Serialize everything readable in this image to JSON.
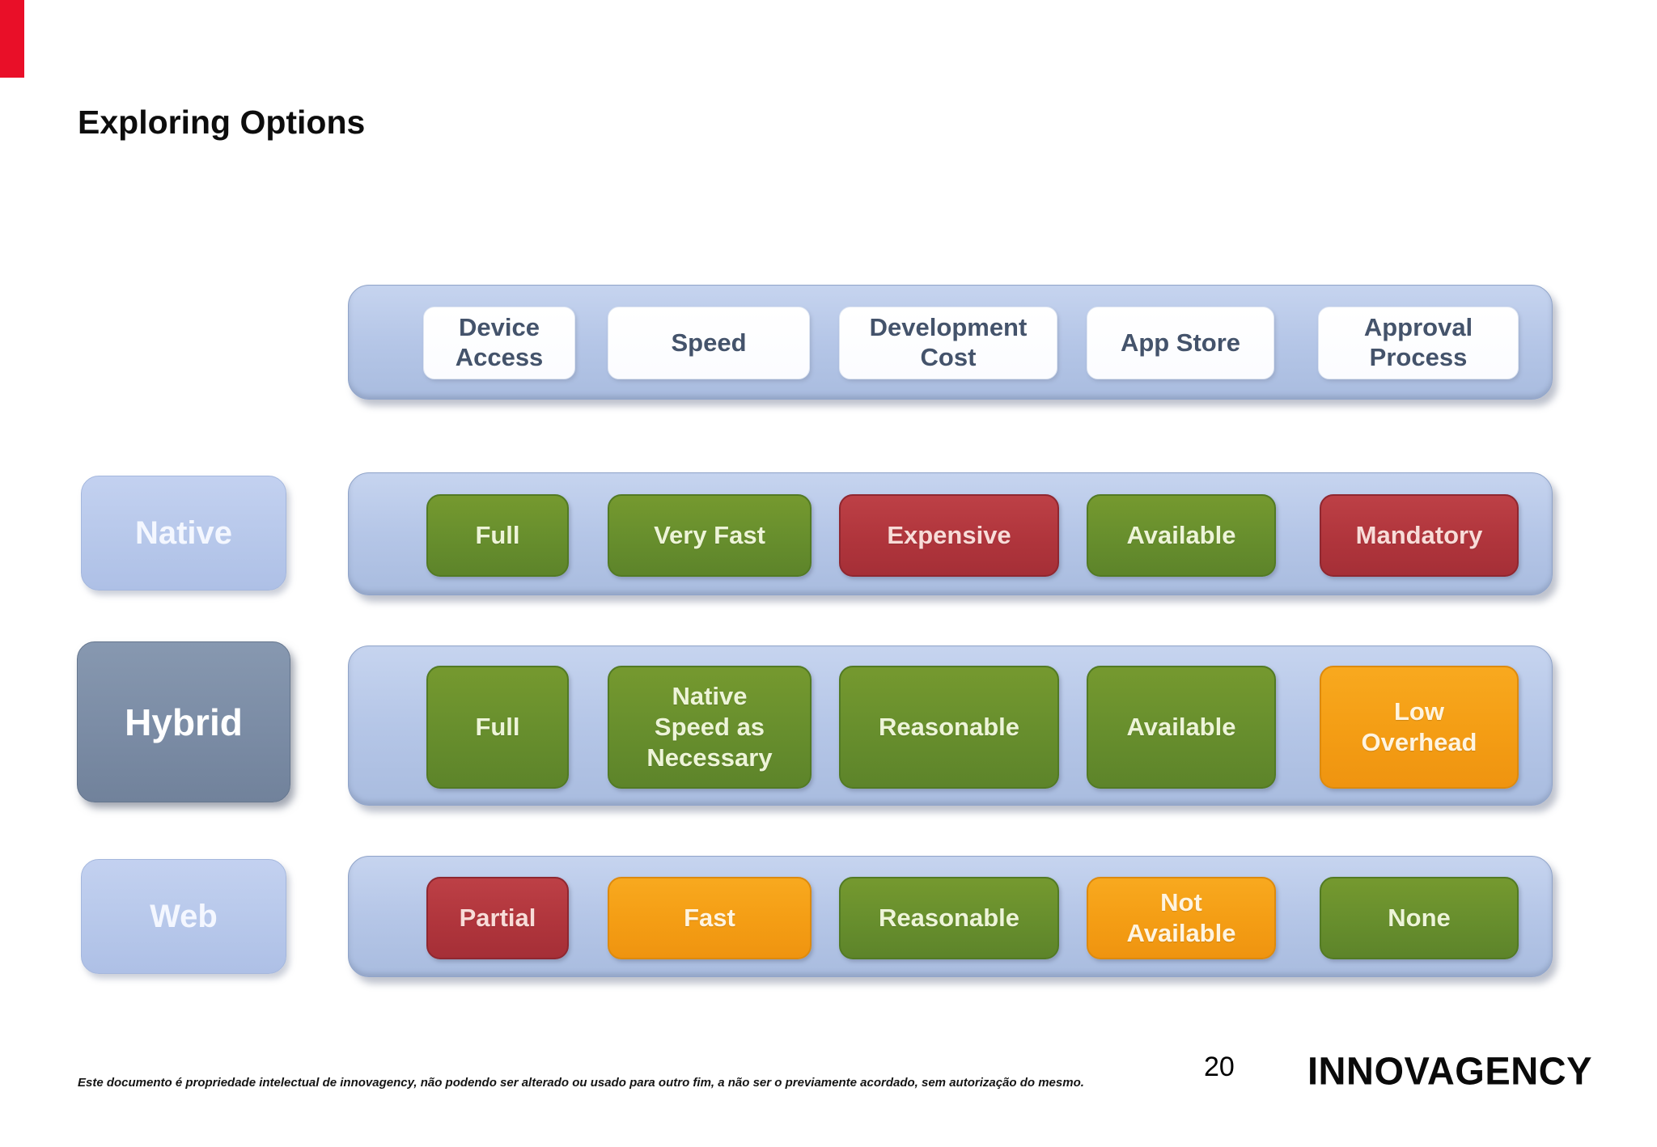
{
  "slide": {
    "title": "Exploring Options",
    "page_number": "20",
    "logo_text": "INNOVAGENCY",
    "disclaimer": "Este documento é propriedade intelectual de innovagency, não podendo ser alterado ou usado para outro fim, a não ser o previamente acordado, sem autorização do mesmo."
  },
  "colors": {
    "accent_red_bar": "#e90f28",
    "band_blue": "#b5c6e7",
    "label_light_blue": "#b9c9ec",
    "label_dark_slate": "#7b8ca5",
    "cell_green": "#678e2d",
    "cell_red": "#b0353c",
    "cell_orange": "#f49d14",
    "header_text": "#44536b"
  },
  "matrix": {
    "columns": [
      "Device\nAccess",
      "Speed",
      "Development\nCost",
      "App Store",
      "Approval\nProcess"
    ],
    "rows": [
      {
        "label": "Native",
        "cells": [
          {
            "text": "Full",
            "color": "green"
          },
          {
            "text": "Very Fast",
            "color": "green"
          },
          {
            "text": "Expensive",
            "color": "red"
          },
          {
            "text": "Available",
            "color": "green"
          },
          {
            "text": "Mandatory",
            "color": "red"
          }
        ]
      },
      {
        "label": "Hybrid",
        "cells": [
          {
            "text": "Full",
            "color": "green"
          },
          {
            "text": "Native\nSpeed as\nNecessary",
            "color": "green"
          },
          {
            "text": "Reasonable",
            "color": "green"
          },
          {
            "text": "Available",
            "color": "green"
          },
          {
            "text": "Low\nOverhead",
            "color": "orange"
          }
        ]
      },
      {
        "label": "Web",
        "cells": [
          {
            "text": "Partial",
            "color": "red"
          },
          {
            "text": "Fast",
            "color": "orange"
          },
          {
            "text": "Reasonable",
            "color": "green"
          },
          {
            "text": "Not\nAvailable",
            "color": "orange"
          },
          {
            "text": "None",
            "color": "green"
          }
        ]
      }
    ]
  }
}
